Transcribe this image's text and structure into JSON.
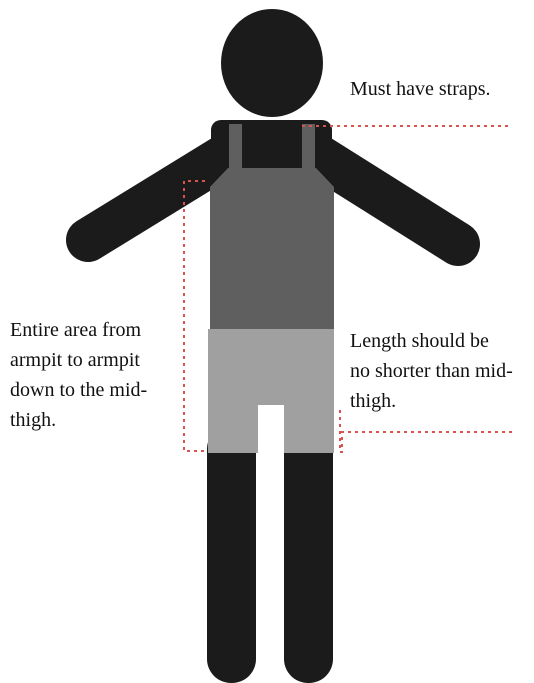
{
  "figure": {
    "colors": {
      "body": "#1b1b1b",
      "top": "#5f5f5f",
      "straps": "#5f5f5f",
      "shorts": "#a0a0a0",
      "guide_lines": "#d9534f"
    },
    "labels": {
      "straps": "Must have straps.",
      "coverage_area": "Entire area from\narmpit to armpit\ndown to the mid-\nthigh.",
      "length": "Length should be\nno shorter than mid-\nthigh."
    }
  }
}
